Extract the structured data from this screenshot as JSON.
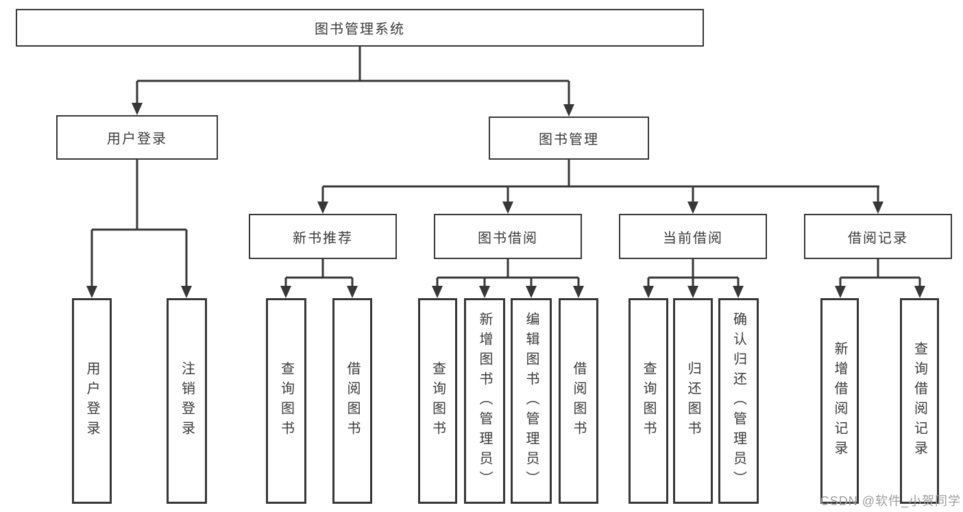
{
  "diagram": {
    "root": "图书管理系统",
    "branches": [
      "用户登录",
      "图书管理"
    ],
    "sections": [
      "新书推荐",
      "图书借阅",
      "当前借阅",
      "借阅记录"
    ],
    "leaves": [
      "用户登录",
      "注销登录",
      "查询图书",
      "借阅图书",
      "查询图书",
      "新增图书（管理员）",
      "编辑图书（管理员）",
      "借阅图书",
      "查询图书",
      "归还图书",
      "确认归还（管理员）",
      "新增借阅记录",
      "查询借阅记录"
    ]
  },
  "watermark": "CSDN @软件_小贺同学",
  "colors": {
    "line": "#373737",
    "box_border": "#373737",
    "text": "#3a3a3a",
    "background": "#ffffff",
    "watermark": "#9c9c9c"
  }
}
